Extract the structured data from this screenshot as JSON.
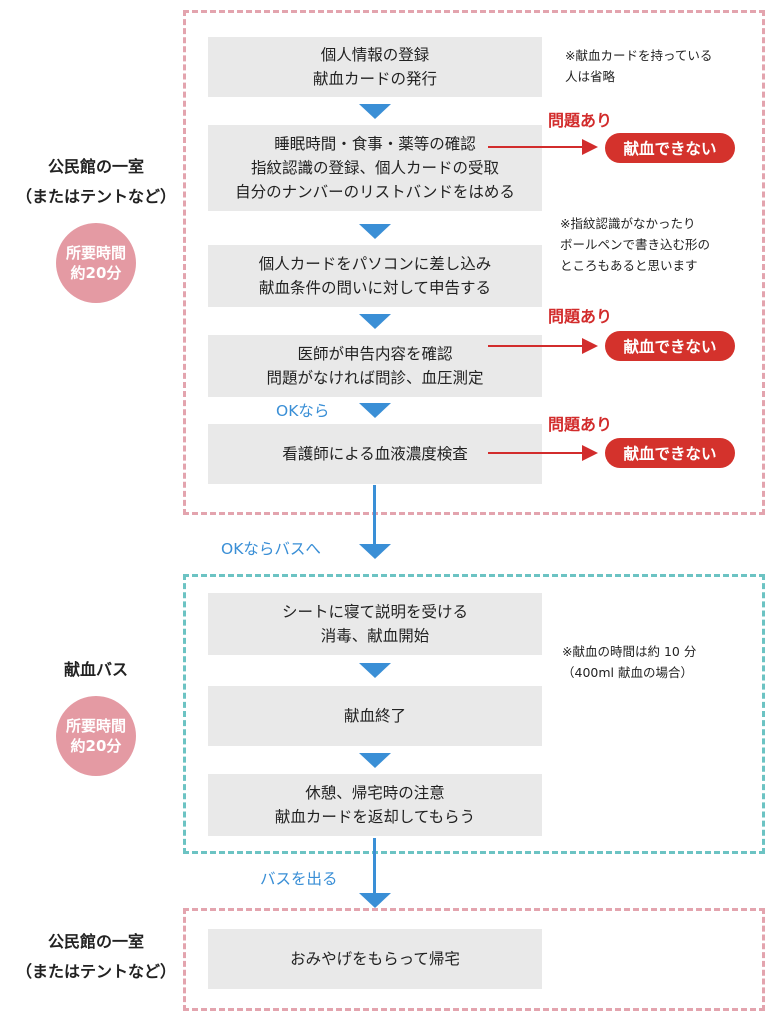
{
  "sections": {
    "community_center": {
      "label": "公民館の一室\n（またはテントなど）",
      "time": "所要時間\n約20分"
    },
    "bus": {
      "label": "献血バス",
      "time": "所要時間\n約20分"
    },
    "community_center_end": {
      "label": "公民館の一室\n（またはテントなど）"
    }
  },
  "steps": {
    "s1": "個人情報の登録\n献血カードの発行",
    "s2": "睡眠時間・食事・薬等の確認\n指紋認識の登録、個人カードの受取\n自分のナンバーのリストバンドをはめる",
    "s3": "個人カードをパソコンに差し込み\n献血条件の問いに対して申告する",
    "s4": "医師が申告内容を確認\n問題がなければ問診、血圧測定",
    "s5": "看護師による血液濃度検査",
    "s6": "シートに寝て説明を受ける\n消毒、献血開始",
    "s7": "献血終了",
    "s8": "休憩、帰宅時の注意\n献血カードを返却してもらう",
    "s9": "おみやげをもらって帰宅"
  },
  "notes": {
    "card_owner": "※献血カードを持っている\n人は省略",
    "fingerprint": "※指紋認識がなかったり\nボールペンで書き込む形の\nところもあると思います",
    "donation_time": "※献血の時間は約 10 分\n（400ml 献血の場合）"
  },
  "branches": {
    "issue_label": "問題あり",
    "cannot_label": "献血できない"
  },
  "flow_labels": {
    "ok": "OKなら",
    "ok_to_bus": "OKならバスへ",
    "exit_bus": "バスを出る"
  },
  "colors": {
    "pink_dash": "#e3a4ae",
    "teal_dash": "#6cc3c3",
    "blue_arrow": "#3a8fd6",
    "red": "#d22c2c",
    "badge": "#e49aa3",
    "step_bg": "#e9e9e9"
  }
}
